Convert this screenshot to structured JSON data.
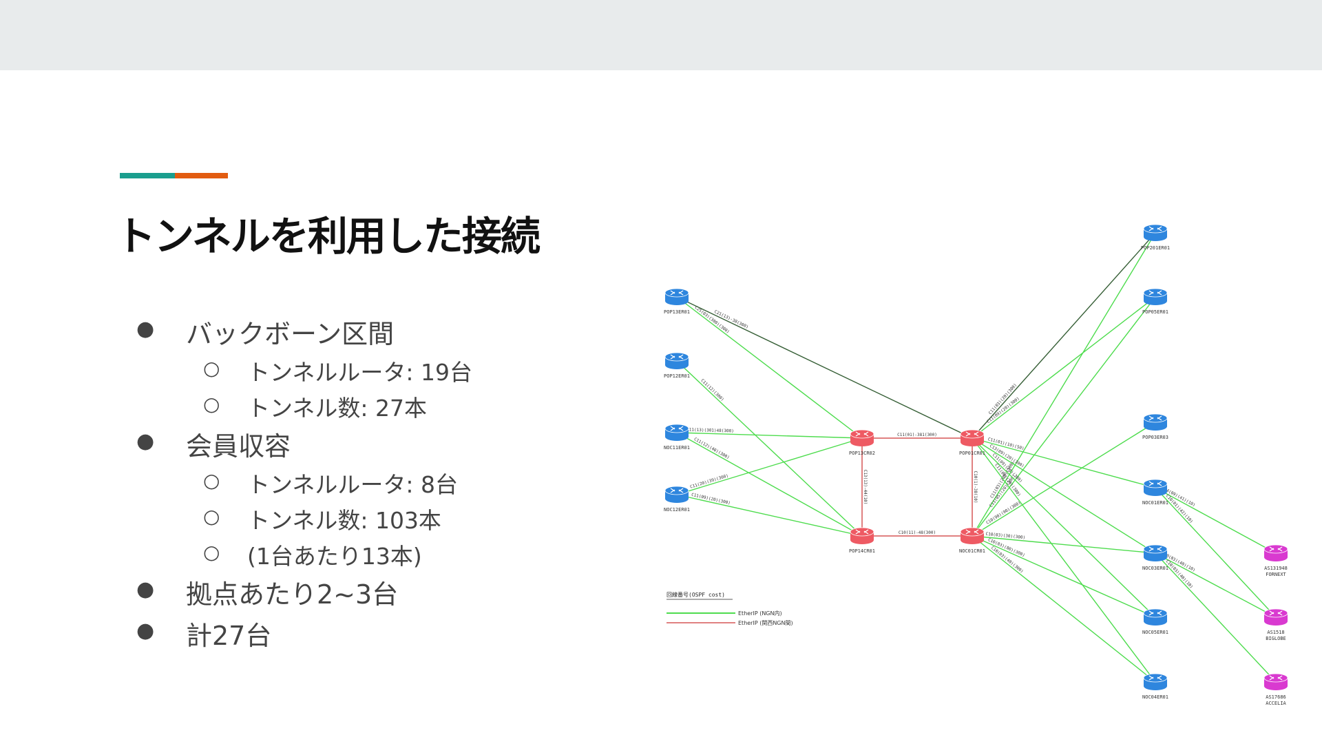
{
  "slide": {
    "title": "トンネルを利用した接続",
    "accent_colors": [
      "#1a9e8e",
      "#e25c10"
    ],
    "topbar_color": "#e8ebec"
  },
  "bullets": [
    {
      "level": 1,
      "marker": "●",
      "text": "バックボーン区間"
    },
    {
      "level": 2,
      "marker": "○",
      "text": "トンネルルータ: 19台"
    },
    {
      "level": 2,
      "marker": "○",
      "text": "トンネル数: 27本"
    },
    {
      "level": 1,
      "marker": "●",
      "text": "会員収容"
    },
    {
      "level": 2,
      "marker": "○",
      "text": "トンネルルータ: 8台"
    },
    {
      "level": 2,
      "marker": "○",
      "text": "トンネル数: 103本"
    },
    {
      "level": 2,
      "marker": "○",
      "text": "(1台あたり13本)"
    },
    {
      "level": 1,
      "marker": "●",
      "text": "拠点あたり2~3台"
    },
    {
      "level": 1,
      "marker": "●",
      "text": "計27台"
    }
  ],
  "diagram": {
    "colors": {
      "edge_router": "#2e86de",
      "core_router": "#ee5a63",
      "external_router": "#d93ad0",
      "ngn_link": "#4ddc4d",
      "west_ngn_link": "#e08080",
      "other_link": "#355e35"
    },
    "nodes": [
      {
        "id": "pop13er01",
        "label": "POP13ER01",
        "kind": "edge"
      },
      {
        "id": "pop12er01",
        "label": "POP12ER01",
        "kind": "edge"
      },
      {
        "id": "noc11er01",
        "label": "NOC11ER01",
        "kind": "edge"
      },
      {
        "id": "noc12er01",
        "label": "NOC12ER01",
        "kind": "edge"
      },
      {
        "id": "pop13cr02",
        "label": "POP13CR02",
        "kind": "core"
      },
      {
        "id": "pop01cr01",
        "label": "POP01CR01",
        "kind": "core"
      },
      {
        "id": "pop14cr01",
        "label": "POP14CR01",
        "kind": "core"
      },
      {
        "id": "noc01cr01",
        "label": "NOC01CR01",
        "kind": "core"
      },
      {
        "id": "pop201er01",
        "label": "POP201ER01",
        "kind": "edge"
      },
      {
        "id": "pop05er01",
        "label": "POP05ER01",
        "kind": "edge"
      },
      {
        "id": "pop03er03",
        "label": "POP03ER03",
        "kind": "edge"
      },
      {
        "id": "noc01er01",
        "label": "NOC01ER01",
        "kind": "edge"
      },
      {
        "id": "noc03er01",
        "label": "NOC03ER01",
        "kind": "edge"
      },
      {
        "id": "noc05er01",
        "label": "NOC05ER01",
        "kind": "edge"
      },
      {
        "id": "noc04er01",
        "label": "NOC04ER01",
        "kind": "edge"
      },
      {
        "id": "as131948",
        "label": "AS131948",
        "sublabel": "FORNEXT",
        "kind": "external"
      },
      {
        "id": "as1518",
        "label": "AS1518",
        "sublabel": "BIGLOBE",
        "kind": "external"
      },
      {
        "id": "as17686",
        "label": "AS17686",
        "sublabel": "ACCELIA",
        "kind": "external"
      }
    ],
    "links": [
      {
        "from": "pop13cr02",
        "to": "pop01cr01",
        "type": "west",
        "label": "C11(01)-381(300)"
      },
      {
        "from": "pop14cr01",
        "to": "noc01cr01",
        "type": "west",
        "label": "C10(11)-48(300)"
      },
      {
        "from": "pop13cr02",
        "to": "pop14cr01",
        "type": "west",
        "label": "C13(13)-44(10)"
      },
      {
        "from": "pop01cr01",
        "to": "noc01cr01",
        "type": "west",
        "label": "C10(1)-38(10)"
      },
      {
        "from": "pop13er01",
        "to": "pop13cr02",
        "type": "ngn",
        "label": "C25(03)(300)(300)"
      },
      {
        "from": "pop13er01",
        "to": "pop01cr01",
        "type": "other",
        "label": "C21(13)-38(300)"
      },
      {
        "from": "pop12er01",
        "to": "pop14cr01",
        "type": "ngn",
        "label": "C11(12)(300)"
      },
      {
        "from": "noc11er01",
        "to": "pop13cr02",
        "type": "ngn",
        "label": "C11(13)(301)48(300)"
      },
      {
        "from": "noc11er01",
        "to": "pop14cr01",
        "type": "ngn",
        "label": "C11(12)(40)(300)"
      },
      {
        "from": "noc12er01",
        "to": "pop13cr02",
        "type": "ngn",
        "label": "C11(20)(39)(300)"
      },
      {
        "from": "noc12er01",
        "to": "pop14cr01",
        "type": "ngn",
        "label": "C11(09)(20)(300)"
      },
      {
        "from": "pop01cr01",
        "to": "pop201er01",
        "type": "other",
        "label": "C11(03)(20)(300)"
      },
      {
        "from": "noc01cr01",
        "to": "pop201er01",
        "type": "ngn",
        "label": "C11(03)(200)(300)"
      },
      {
        "from": "pop01cr01",
        "to": "pop05er01",
        "type": "ngn",
        "label": "C11(09)(20)(300)"
      },
      {
        "from": "noc01cr01",
        "to": "pop05er01",
        "type": "ngn",
        "label": "C11(05)(20)(300)"
      },
      {
        "from": "noc01cr01",
        "to": "pop03er03",
        "type": "ngn",
        "label": "C10(90)(90)(300)"
      },
      {
        "from": "pop01cr01",
        "to": "noc01er01",
        "type": "ngn",
        "label": "C11(01)(10)(50)"
      },
      {
        "from": "pop01cr01",
        "to": "noc03er01",
        "type": "ngn",
        "label": "C13(09)(20)(300)"
      },
      {
        "from": "noc01cr01",
        "to": "noc03er01",
        "type": "ngn",
        "label": "C10(03)(30)(300)"
      },
      {
        "from": "pop01cr01",
        "to": "noc05er01",
        "type": "ngn",
        "label": "C11(09)(20)(300)"
      },
      {
        "from": "noc01cr01",
        "to": "noc05er01",
        "type": "ngn",
        "label": "C10(03)(80)(300)"
      },
      {
        "from": "pop01cr01",
        "to": "noc04er01",
        "type": "ngn",
        "label": "C11(09)(20)(300)"
      },
      {
        "from": "noc01cr01",
        "to": "noc04er01",
        "type": "ngn",
        "label": "C10(03)(40)(300)"
      },
      {
        "from": "noc01er01",
        "to": "as131948",
        "type": "ngn",
        "label": "C14(09)(41)(10)"
      },
      {
        "from": "noc01er01",
        "to": "as1518",
        "type": "ngn",
        "label": "C10(01)(42)(10)"
      },
      {
        "from": "noc03er01",
        "to": "as1518",
        "type": "ngn",
        "label": "C10(03)(40)(10)"
      },
      {
        "from": "noc03er01",
        "to": "as17686",
        "type": "ngn",
        "label": "C10(03)(40)(10)"
      }
    ],
    "legend": {
      "title": "回線番号(OSPF cost)",
      "items": [
        {
          "type": "ngn",
          "text": "EtherIP (NGN内)"
        },
        {
          "type": "west",
          "text": "EtherIP (関西NGN間)"
        }
      ]
    }
  }
}
